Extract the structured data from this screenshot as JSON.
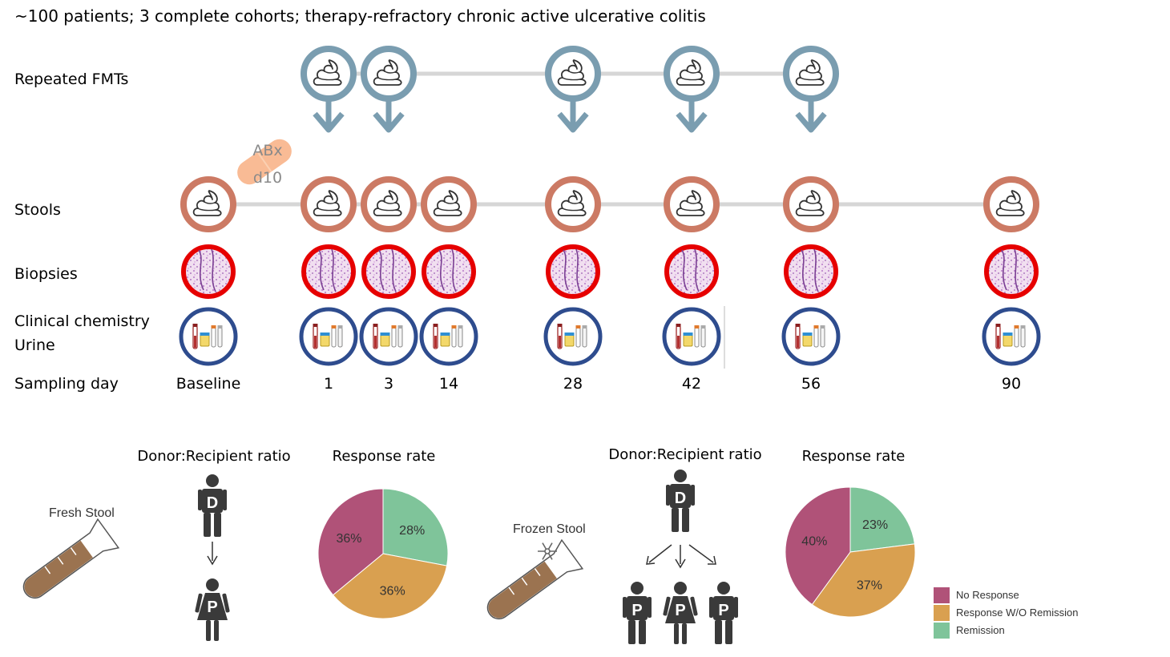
{
  "title": "~100 patients; 3 complete cohorts; therapy-refractory chronic active ulcerative colitis",
  "rows": {
    "fmt": "Repeated FMTs",
    "stools": "Stools",
    "biopsies": "Biopsies",
    "clinical_line1": "Clinical chemistry",
    "clinical_line2": "Urine",
    "sampling": "Sampling day"
  },
  "antibiotic": {
    "line1": "ABx",
    "line2": "d10"
  },
  "sampling_days": [
    "Baseline",
    "1",
    "3",
    "14",
    "28",
    "42",
    "56",
    "90"
  ],
  "icons": {
    "fmt": "stool-download-pin-icon",
    "stool": "stool-icon",
    "biopsy": "tissue-biopsy-icon",
    "clinical": "sample-tubes-icon",
    "antibiotic": "capsule-icon",
    "person": "person-icon"
  },
  "colors": {
    "fmt": "#7a9db0",
    "stool": "#cc7a64",
    "biopsy": "#e60000",
    "clinical": "#2e4c8e",
    "capsule": "#f8b48a",
    "connector": "#d6d6d6",
    "person": "#3a3a3a"
  },
  "fresh": {
    "stool_label": "Fresh Stool",
    "ratio_title": "Donor:Recipient ratio",
    "donor_letter": "D",
    "patient_letter": "P",
    "pie_title": "Response rate"
  },
  "frozen": {
    "stool_label": "Frozen Stool",
    "ratio_title": "Donor:Recipient ratio",
    "donor_letter": "D",
    "patient_letter": "P",
    "pie_title": "Response rate"
  },
  "chart_data": [
    {
      "type": "pie",
      "title": "Response rate",
      "categories": [
        "No Response",
        "Response W/O Remission",
        "Remission"
      ],
      "values": [
        36,
        36,
        28
      ],
      "labels": [
        "36%",
        "36%",
        "28%"
      ],
      "colors": [
        "#b05278",
        "#d9a050",
        "#7fc49a"
      ]
    },
    {
      "type": "pie",
      "title": "Response rate",
      "categories": [
        "No Response",
        "Response W/O Remission",
        "Remission"
      ],
      "values": [
        40,
        37,
        23
      ],
      "labels": [
        "40%",
        "37%",
        "23%"
      ],
      "colors": [
        "#b05278",
        "#d9a050",
        "#7fc49a"
      ]
    }
  ],
  "legend": {
    "items": [
      {
        "label": "No Response",
        "color": "#b05278"
      },
      {
        "label": "Response W/O Remission",
        "color": "#d9a050"
      },
      {
        "label": "Remission",
        "color": "#7fc49a"
      }
    ]
  }
}
